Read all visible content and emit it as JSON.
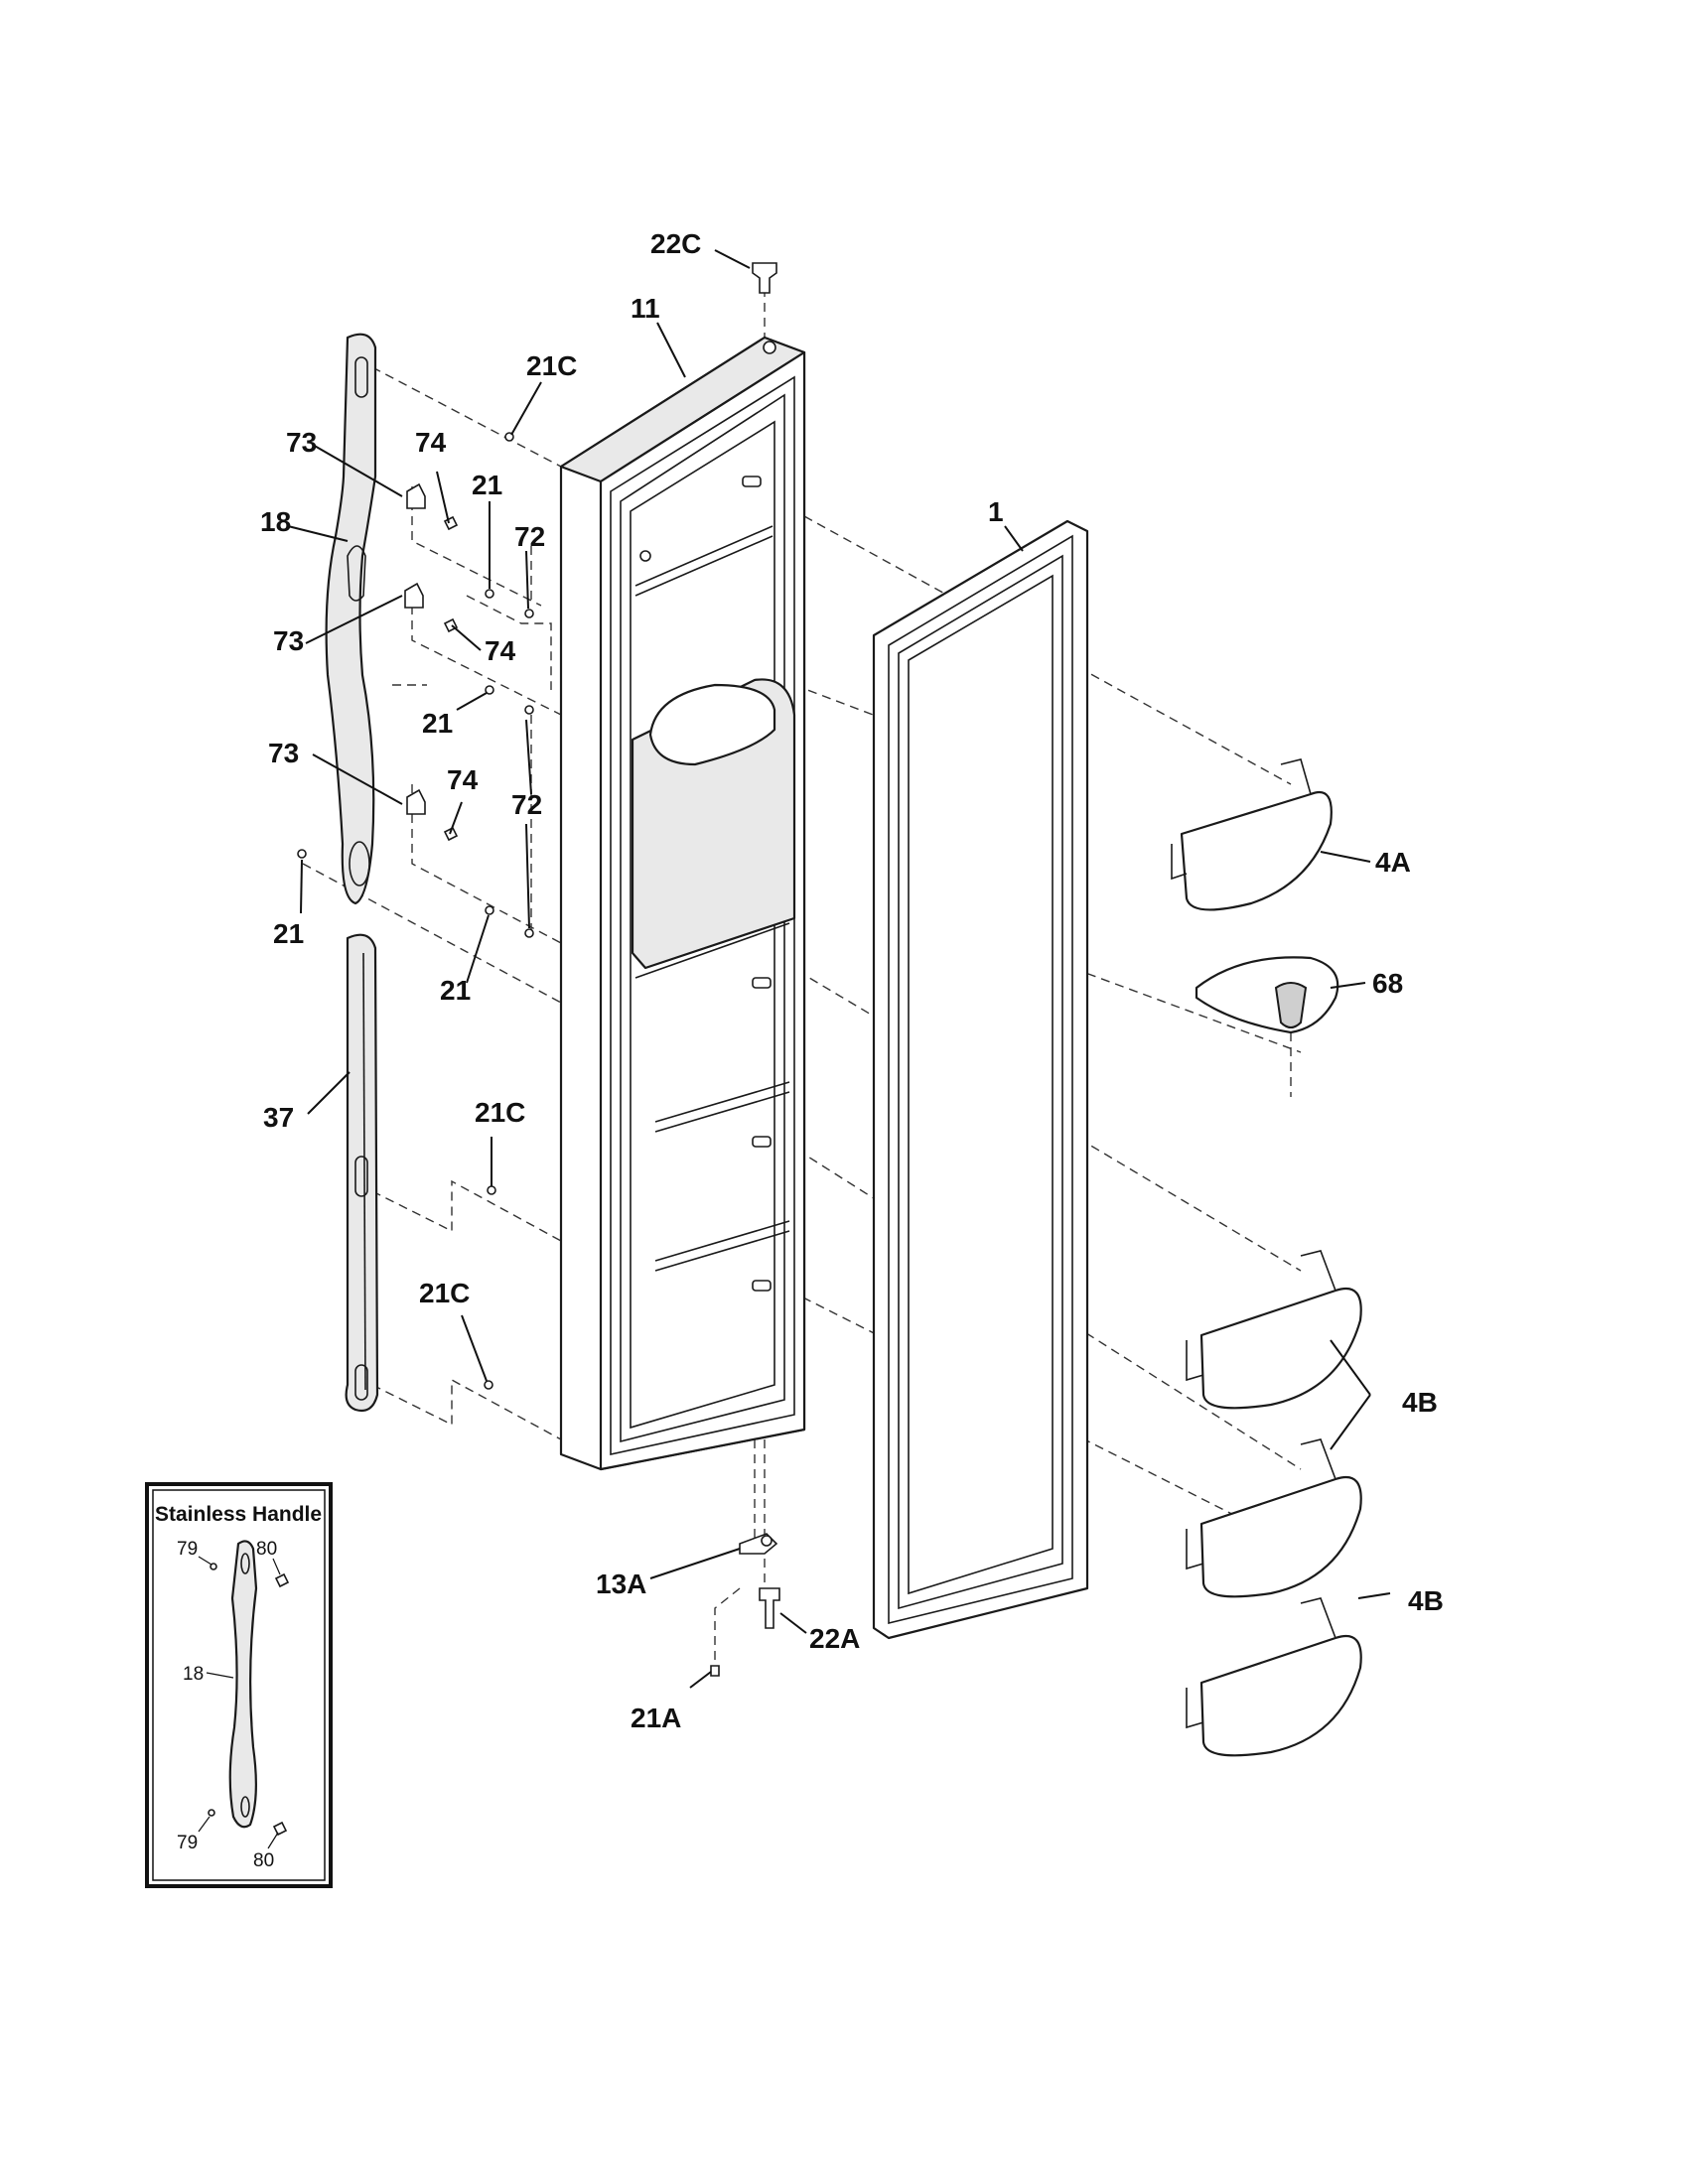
{
  "diagram": {
    "callouts": {
      "c22c": "22C",
      "c11": "11",
      "c21c_top": "21C",
      "c1": "1",
      "c73_a": "73",
      "c74_a": "74",
      "c18": "18",
      "c21_a": "21",
      "c72_a": "72",
      "c73_b": "73",
      "c74_b": "74",
      "c21_b": "21",
      "c73_c": "73",
      "c74_c": "74",
      "c72_b": "72",
      "c21_c": "21",
      "c21_d": "21",
      "c4a": "4A",
      "c68": "68",
      "c37": "37",
      "c21c_mid": "21C",
      "c21c_low": "21C",
      "c4b_a": "4B",
      "c4b_b": "4B",
      "c13a": "13A",
      "c22a": "22A",
      "c21a": "21A"
    },
    "inset": {
      "title": "Stainless Handle",
      "c79_top": "79",
      "c80_top": "80",
      "c18": "18",
      "c79_bottom": "79",
      "c80_bottom": "80"
    }
  }
}
